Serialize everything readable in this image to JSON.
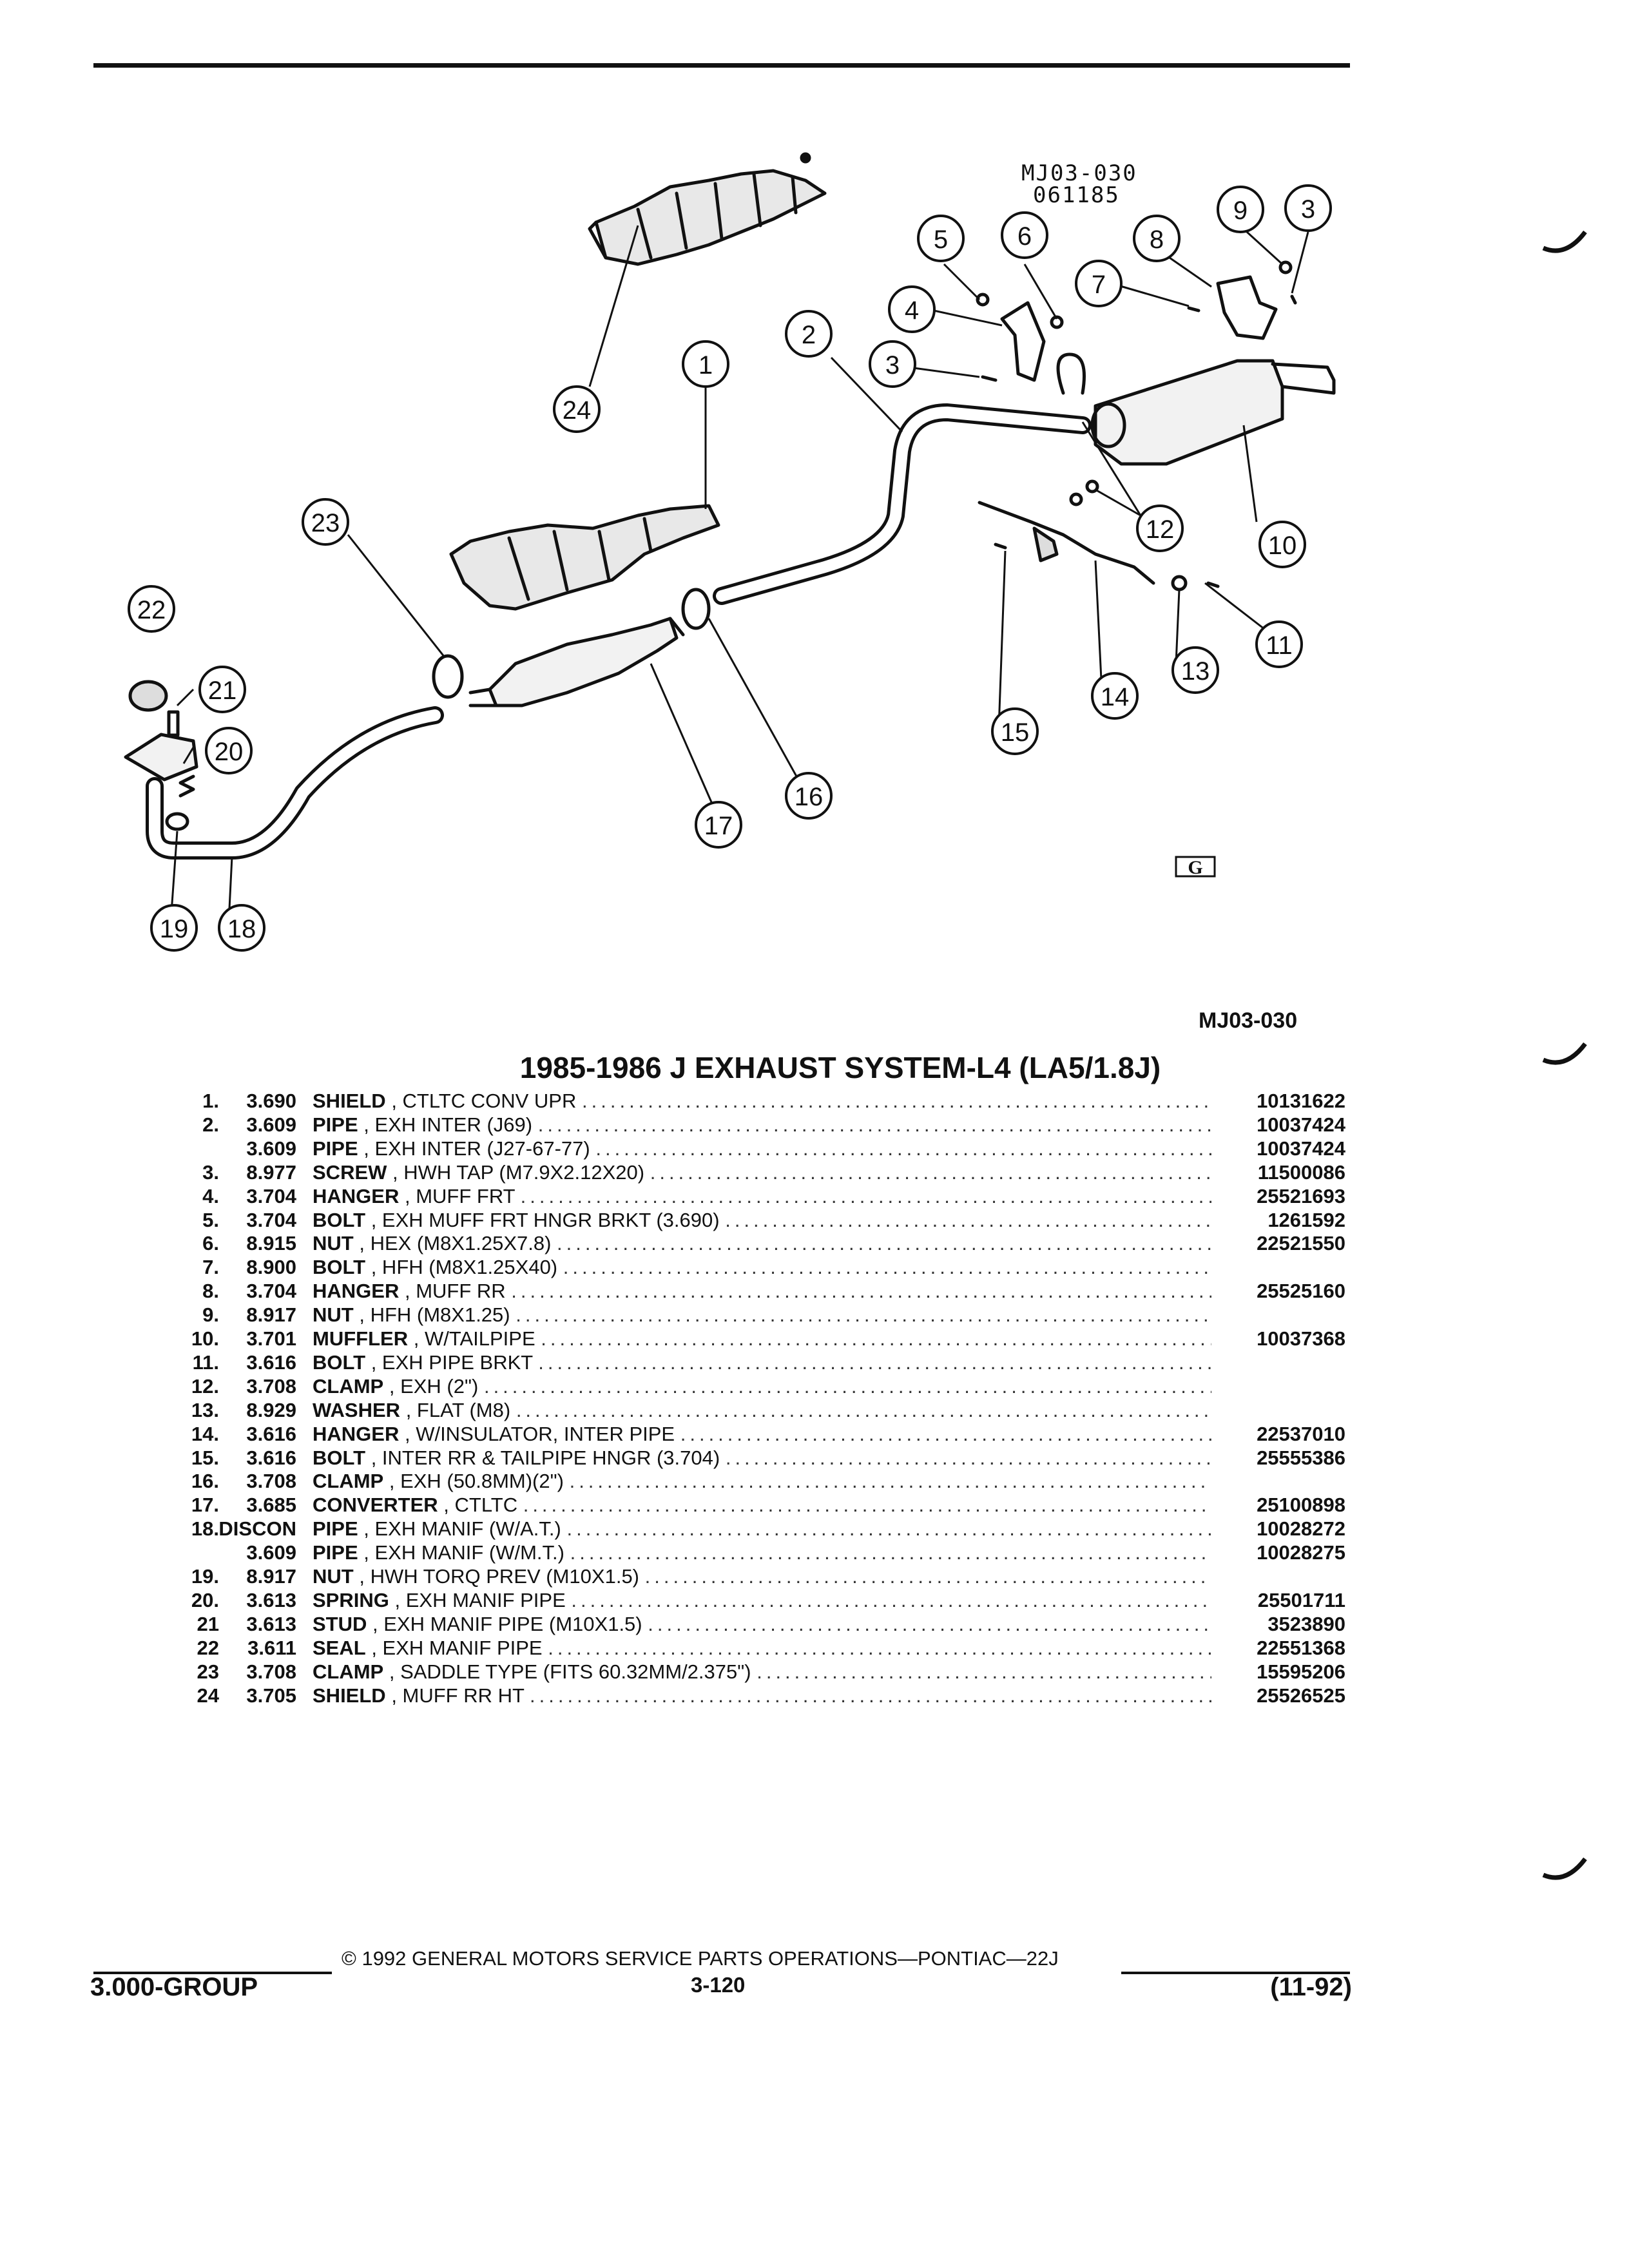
{
  "page": {
    "ref_id": "MJ03-030",
    "ref_date": "061185",
    "diagram_code": "MJ03-030",
    "logo_mark": "G",
    "section_title": "1985-1986 J EXHAUST SYSTEM-L4 (LA5/1.8J)"
  },
  "callouts": [
    "1",
    "2",
    "3",
    "3",
    "4",
    "5",
    "6",
    "7",
    "8",
    "9",
    "10",
    "11",
    "12",
    "13",
    "14",
    "15",
    "16",
    "17",
    "18",
    "19",
    "20",
    "21",
    "22",
    "23",
    "24"
  ],
  "parts": [
    {
      "num": "1.",
      "group": "3.690",
      "name": "SHIELD",
      "desc": ", CTLTC CONV UPR",
      "pn": "10131622"
    },
    {
      "num": "2.",
      "group": "3.609",
      "name": "PIPE",
      "desc": ", EXH INTER (J69)",
      "pn": "10037424"
    },
    {
      "num": "",
      "group": "3.609",
      "name": "PIPE",
      "desc": ", EXH INTER (J27-67-77)",
      "pn": "10037424"
    },
    {
      "num": "3.",
      "group": "8.977",
      "name": "SCREW",
      "desc": ", HWH TAP (M7.9X2.12X20)",
      "pn": "11500086"
    },
    {
      "num": "4.",
      "group": "3.704",
      "name": "HANGER",
      "desc": ", MUFF FRT",
      "pn": "25521693"
    },
    {
      "num": "5.",
      "group": "3.704",
      "name": "BOLT",
      "desc": ", EXH MUFF FRT HNGR BRKT (3.690)",
      "pn": "1261592"
    },
    {
      "num": "6.",
      "group": "8.915",
      "name": "NUT",
      "desc": ", HEX (M8X1.25X7.8)",
      "pn": "22521550"
    },
    {
      "num": "7.",
      "group": "8.900",
      "name": "BOLT",
      "desc": ", HFH (M8X1.25X40)",
      "pn": ""
    },
    {
      "num": "8.",
      "group": "3.704",
      "name": "HANGER",
      "desc": ", MUFF RR",
      "pn": "25525160"
    },
    {
      "num": "9.",
      "group": "8.917",
      "name": "NUT",
      "desc": ", HFH (M8X1.25)",
      "pn": ""
    },
    {
      "num": "10.",
      "group": "3.701",
      "name": "MUFFLER",
      "desc": ", W/TAILPIPE",
      "pn": "10037368"
    },
    {
      "num": "11.",
      "group": "3.616",
      "name": "BOLT",
      "desc": ", EXH PIPE BRKT",
      "pn": ""
    },
    {
      "num": "12.",
      "group": "3.708",
      "name": "CLAMP",
      "desc": ", EXH (2\")",
      "pn": ""
    },
    {
      "num": "13.",
      "group": "8.929",
      "name": "WASHER",
      "desc": ", FLAT (M8)",
      "pn": ""
    },
    {
      "num": "14.",
      "group": "3.616",
      "name": "HANGER",
      "desc": ", W/INSULATOR, INTER PIPE",
      "pn": "22537010"
    },
    {
      "num": "15.",
      "group": "3.616",
      "name": "BOLT",
      "desc": ", INTER RR & TAILPIPE HNGR (3.704)",
      "pn": "25555386"
    },
    {
      "num": "16.",
      "group": "3.708",
      "name": "CLAMP",
      "desc": ", EXH (50.8MM)(2\")",
      "pn": ""
    },
    {
      "num": "17.",
      "group": "3.685",
      "name": "CONVERTER",
      "desc": ", CTLTC",
      "pn": "25100898"
    },
    {
      "num": "18.",
      "group": "DISCON",
      "name": "PIPE",
      "desc": ", EXH MANIF (W/A.T.)",
      "pn": "10028272"
    },
    {
      "num": "",
      "group": "3.609",
      "name": "PIPE",
      "desc": ", EXH MANIF (W/M.T.)",
      "pn": "10028275"
    },
    {
      "num": "19.",
      "group": "8.917",
      "name": "NUT",
      "desc": ", HWH TORQ PREV (M10X1.5)",
      "pn": ""
    },
    {
      "num": "20.",
      "group": "3.613",
      "name": "SPRING",
      "desc": ", EXH MANIF PIPE",
      "pn": "25501711"
    },
    {
      "num": "21",
      "group": "3.613",
      "name": "STUD",
      "desc": ", EXH MANIF PIPE (M10X1.5)",
      "pn": "3523890"
    },
    {
      "num": "22",
      "group": "3.611",
      "name": "SEAL",
      "desc": ", EXH MANIF PIPE",
      "pn": "22551368"
    },
    {
      "num": "23",
      "group": "3.708",
      "name": "CLAMP",
      "desc": ", SADDLE TYPE (FITS 60.32MM/2.375\")",
      "pn": "15595206"
    },
    {
      "num": "24",
      "group": "3.705",
      "name": "SHIELD",
      "desc": ", MUFF RR HT",
      "pn": "25526525"
    }
  ],
  "footer": {
    "copyright": "© 1992 GENERAL MOTORS SERVICE PARTS OPERATIONS—PONTIAC—22J",
    "group": "3.000-GROUP",
    "page": "3-120",
    "date": "(11-92)"
  }
}
